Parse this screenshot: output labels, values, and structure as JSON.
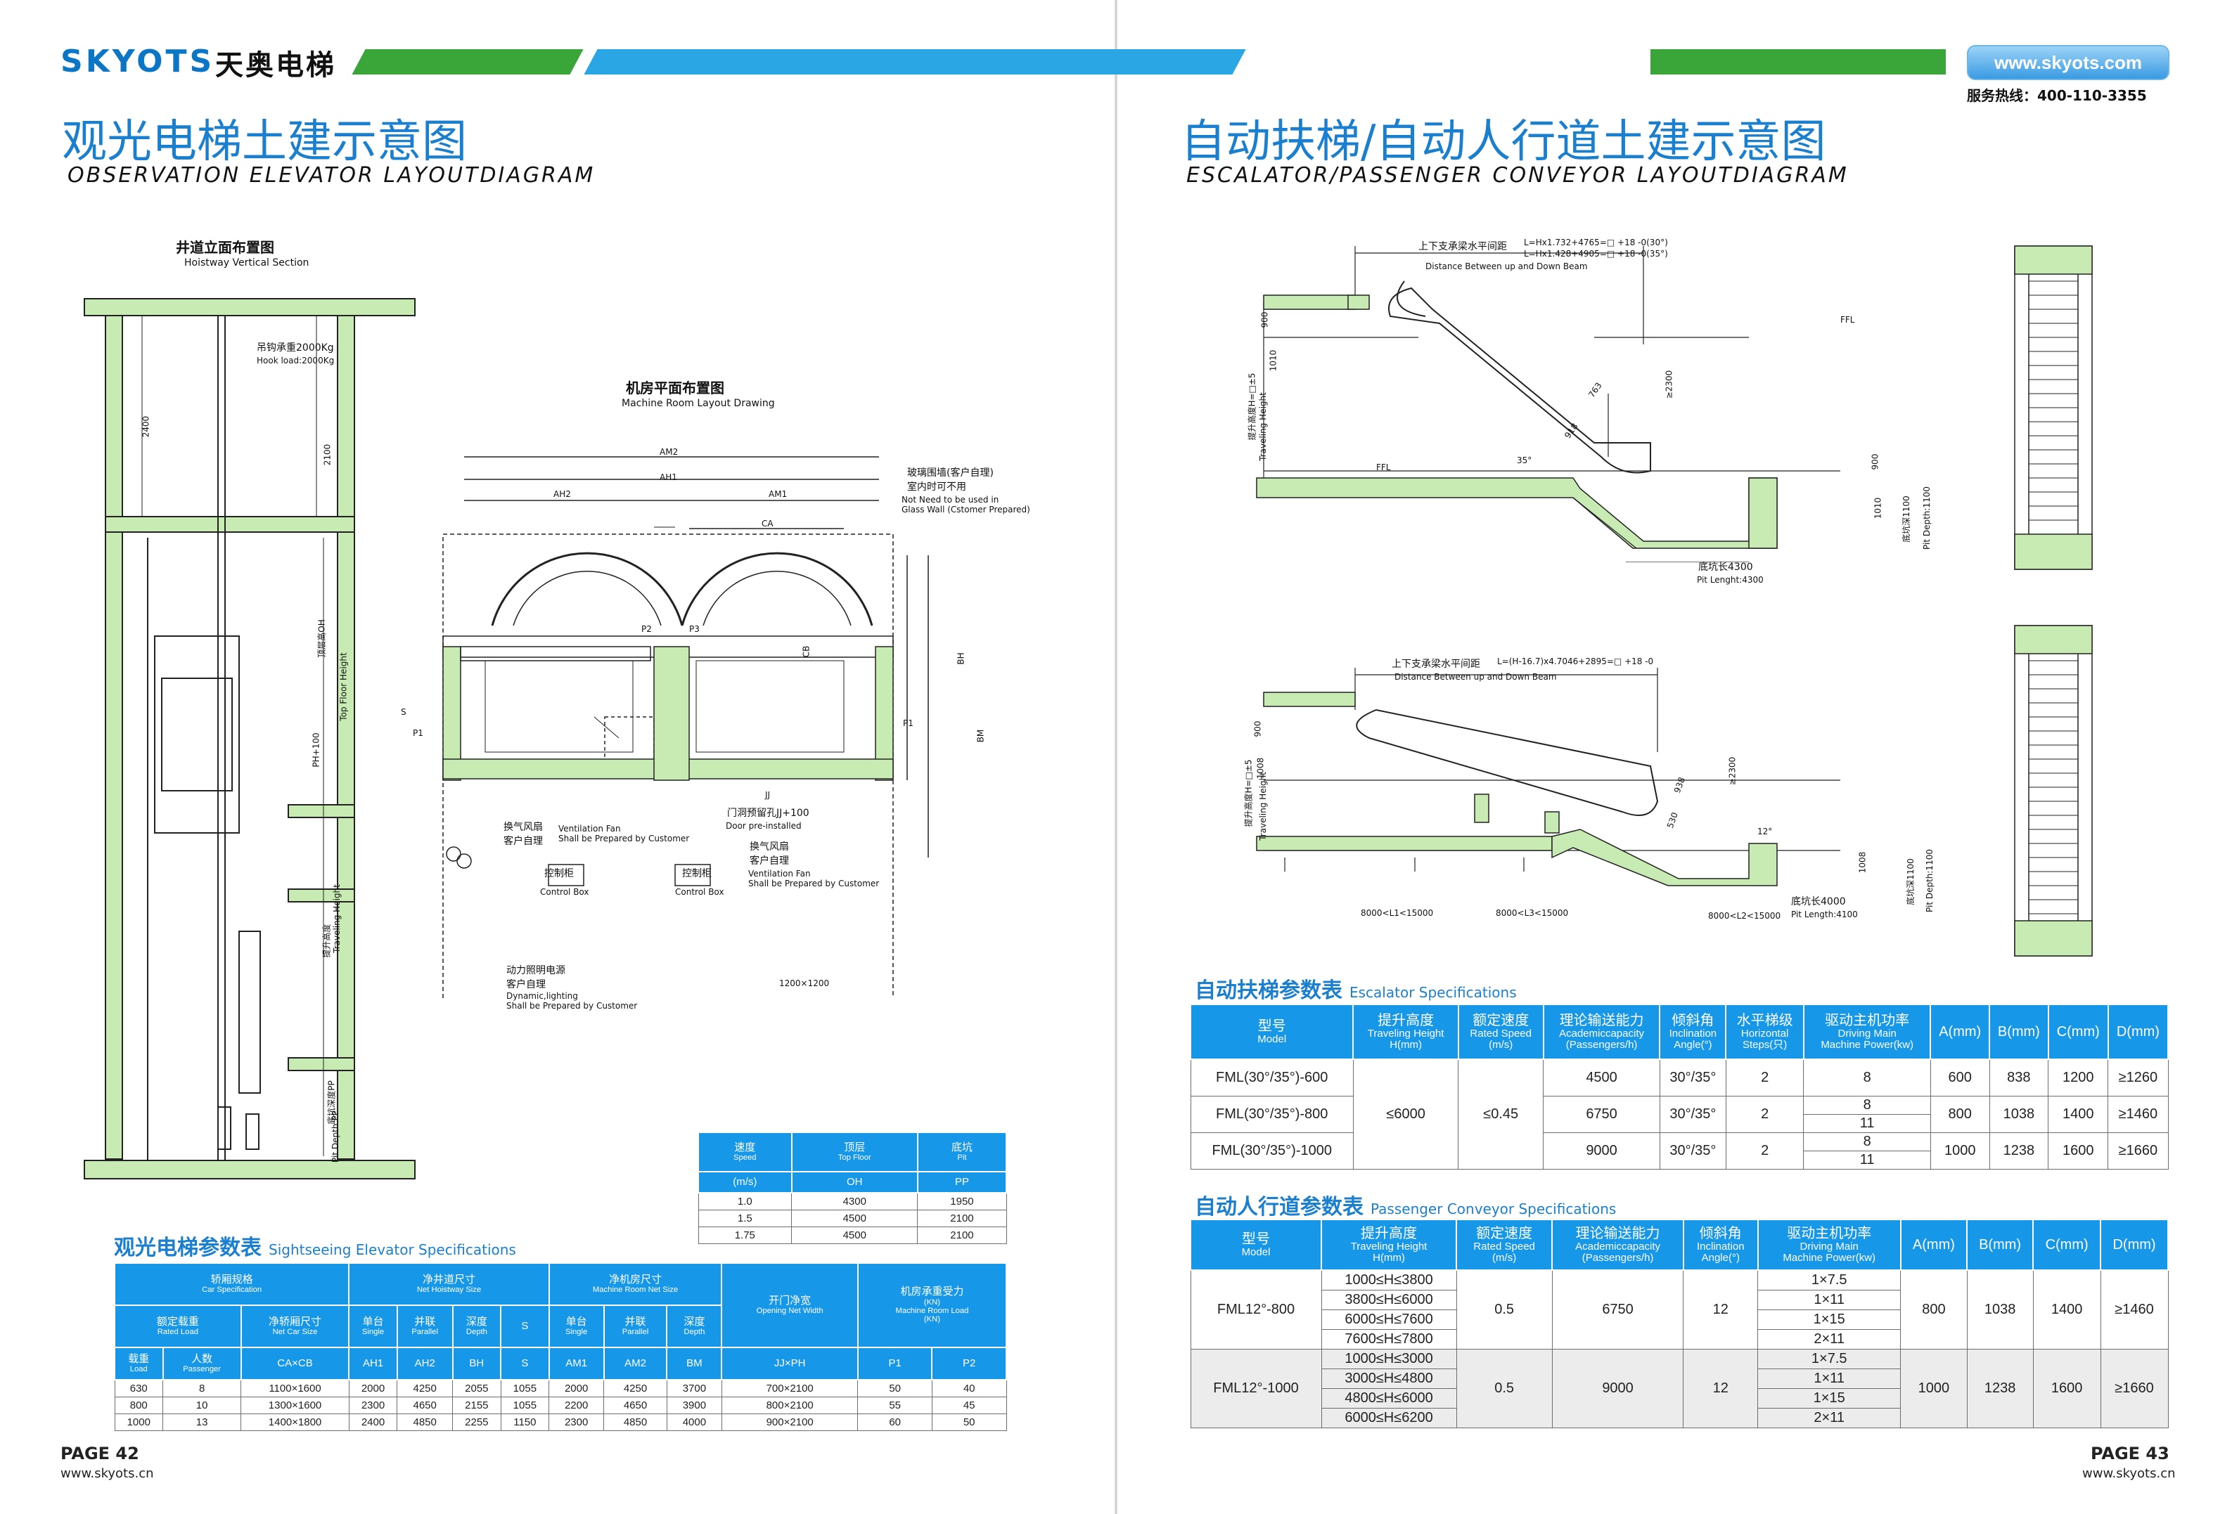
{
  "header": {
    "logo": "SKYOTS",
    "logo_cn": "天奥电梯",
    "website": "www.skyots.com",
    "hotline": "服务热线：400-110-3355"
  },
  "left": {
    "title_cn": "观光电梯土建示意图",
    "title_en": "OBSERVATION ELEVATOR LAYOUTDIAGRAM",
    "hoistway": {
      "title_cn": "井道立面布置图",
      "title_en": "Hoistway Vertical Section",
      "hook_cn": "吊钩承重2000Kg",
      "hook_en": "Hook load:2000Kg",
      "dim_2400": "2400",
      "dim_2100": "2100",
      "top_floor_cn": "顶层高OH",
      "top_floor_en": "Top Floor Height",
      "ph": "PH+100",
      "travel_cn": "提升高度",
      "travel_en": "Traveling Height",
      "pit_cn": "底坑深度PP",
      "pit_en": "Pit Depth:PP"
    },
    "machine_room": {
      "title_cn": "机房平面布置图",
      "title_en": "Machine Room Layout Drawing",
      "am2": "AM2",
      "ah1": "AH1",
      "ah2": "AH2",
      "am1": "AM1",
      "ca": "CA",
      "cb": "CB",
      "bh": "BH",
      "bm": "BM",
      "s": "S",
      "p1": "P1",
      "p1b": "P1",
      "p2": "P2",
      "p3": "P3",
      "jj": "JJ",
      "glass_cn1": "玻璃围墙(客户自理)",
      "glass_cn2": "室内时可不用",
      "glass_en1": "Not Need to be used in",
      "glass_en2": "Glass Wall (Cstomer Prepared)",
      "door_cn": "门洞预留孔JJ+100",
      "door_en": "Door pre-installed",
      "fan1_cn1": "换气风扇",
      "fan1_cn2": "客户自理",
      "fan1_en1": "Ventilation Fan",
      "fan1_en2": "Shall be Prepared by Customer",
      "fan2_cn1": "换气风扇",
      "fan2_cn2": "客户自理",
      "fan2_en1": "Ventilation Fan",
      "fan2_en2": "Shall be Prepared by Customer",
      "ctrl_cn": "控制柜",
      "ctrl_en": "Control Box",
      "ctrl2_cn": "控制柜",
      "ctrl2_en": "Control Box",
      "power_cn1": "动力照明电源",
      "power_cn2": "客户自理",
      "power_en1": "Dynamic,lighting",
      "power_en2": "Shall be Prepared by Customer",
      "hole": "1200×1200"
    },
    "speed_table": {
      "headers": [
        {
          "cn": "速度",
          "en": "Speed"
        },
        {
          "cn": "顶层",
          "en": "Top Floor"
        },
        {
          "cn": "底坑",
          "en": "Pit"
        }
      ],
      "units": [
        "(m/s)",
        "OH",
        "PP"
      ],
      "rows": [
        [
          "1.0",
          "4300",
          "1950"
        ],
        [
          "1.5",
          "4500",
          "2100"
        ],
        [
          "1.75",
          "4500",
          "2100"
        ]
      ]
    },
    "spec_title_cn": "观光电梯参数表",
    "spec_title_en": "Sightseeing Elevator Specifications",
    "spec_table": {
      "h_load_cn": "额定载重",
      "h_load_en": "Rated Load",
      "h_car_cn": "轿厢规格",
      "h_car_en": "Car Specification",
      "h_net_car_cn": "净轿厢尺寸",
      "h_net_car_en": "Net Car Size",
      "h_hoist_cn": "净井道尺寸",
      "h_hoist_en": "Net Hoistway Size",
      "h_mr_cn": "净机房尺寸",
      "h_mr_en": "Machine Room Net Size",
      "h_door_cn": "开门净宽",
      "h_door_en": "Opening Net Width",
      "h_load2_cn": "机房承重受力",
      "h_load2_unit": "(KN)",
      "h_load2_en": "Machine Room Load",
      "h_load2_unit2": "(KN)",
      "single_cn": "单台",
      "single_en": "Single",
      "parallel_cn": "并联",
      "parallel_en": "Parallel",
      "depth_cn": "深度",
      "depth_en": "Depth",
      "single2_cn": "单台",
      "single2_en": "Single",
      "parallel2_cn": "并联",
      "parallel2_en": "Parallel",
      "depth2_cn": "深度",
      "depth2_en": "Depth",
      "load_cn": "载重",
      "load_en": "Load",
      "pass_cn": "人数",
      "pass_en": "Passenger",
      "codes": [
        "CA×CB",
        "AH1",
        "AH2",
        "BH",
        "S",
        "AM1",
        "AM2",
        "BM",
        "JJ×PH",
        "P1",
        "P2"
      ],
      "rows": [
        [
          "630",
          "8",
          "1100×1600",
          "2000",
          "4250",
          "2055",
          "1055",
          "2000",
          "4250",
          "3700",
          "700×2100",
          "50",
          "40"
        ],
        [
          "800",
          "10",
          "1300×1600",
          "2300",
          "4650",
          "2155",
          "1055",
          "2200",
          "4650",
          "3900",
          "800×2100",
          "55",
          "45"
        ],
        [
          "1000",
          "13",
          "1400×1800",
          "2400",
          "4850",
          "2255",
          "1150",
          "2300",
          "4850",
          "4000",
          "900×2100",
          "60",
          "50"
        ]
      ]
    },
    "page_num": "PAGE 42",
    "page_url": "www.skyots.cn"
  },
  "right": {
    "title_cn": "自动扶梯/自动人行道土建示意图",
    "title_en": "ESCALATOR/PASSENGER CONVEYOR LAYOUTDIAGRAM",
    "esc_drawing": {
      "formula_cn": "上下支承梁水平间距",
      "formula1": "L=Hx1.732+4765=□ +18 -0(30°)",
      "formula2": "L=Hx1.428+4905=□ +18 -0(35°)",
      "formula_en": "Distance Between up and Down Beam",
      "ffl1": "FFL",
      "ffl2": "FFL",
      "angle": "35°",
      "d900a": "900",
      "d1010a": "1010",
      "d900b": "900",
      "d1010b": "1010",
      "d763": "763",
      "d918": "918",
      "d2300": "≥2300",
      "travel": "提升高度H=□±5",
      "travel_en": "Traveling Height",
      "pit_cn": "底坑长4300",
      "pit_en": "Pit Lenght:4300",
      "depth_cn": "底坑深1100",
      "depth_en": "Pit Depth:1100"
    },
    "conv_drawing": {
      "formula_cn": "上下支承梁水平间距",
      "formula": "L=(H-16.7)x4.7046+2895=□ +18 -0",
      "formula_en": "Distance Between up and Down Beam",
      "d900": "900",
      "d1008a": "1008",
      "d1008b": "1008",
      "d938": "938",
      "d530": "530",
      "d2300": "≥2300",
      "angle": "12°",
      "travel": "提升高度H=□±5",
      "travel_en": "Traveling Height",
      "l1": "8000<L1<15000",
      "l3": "8000<L3<15000",
      "l2": "8000<L2<15000",
      "pit_cn": "底坑长4000",
      "pit_en": "Pit Length:4100",
      "depth_cn": "底坑深1100",
      "depth_en": "Pit Depth:1100"
    },
    "esc_title_cn": "自动扶梯参数表",
    "esc_title_en": "Escalator Specifications",
    "esc_table": {
      "headers": [
        {
          "cn": "型号",
          "en": "Model"
        },
        {
          "cn": "提升高度",
          "en": "Traveling Height",
          "en2": "H(mm)"
        },
        {
          "cn": "额定速度",
          "en": "Rated Speed",
          "en2": "(m/s)"
        },
        {
          "cn": "理论输送能力",
          "en": "Academiccapacity",
          "en2": "(Passengers/h)"
        },
        {
          "cn": "倾斜角",
          "en": "Inclination",
          "en2": "Angle(°)"
        },
        {
          "cn": "水平梯级",
          "en": "Horizontal",
          "en2": "Steps(只)"
        },
        {
          "cn": "驱动主机功率",
          "en": "Driving Main",
          "en2": "Machine Power(kw)"
        },
        {
          "cn": "A(mm)"
        },
        {
          "cn": "B(mm)"
        },
        {
          "cn": "C(mm)"
        },
        {
          "cn": "D(mm)"
        }
      ],
      "height": "≤6000",
      "speed": "≤0.45",
      "rows": [
        {
          "model": "FML(30°/35°)-600",
          "cap": "4500",
          "angle": "30°/35°",
          "steps": "2",
          "power": [
            "8"
          ],
          "a": "600",
          "b": "838",
          "c": "1200",
          "d": "≥1260"
        },
        {
          "model": "FML(30°/35°)-800",
          "cap": "6750",
          "angle": "30°/35°",
          "steps": "2",
          "power": [
            "8",
            "11"
          ],
          "a": "800",
          "b": "1038",
          "c": "1400",
          "d": "≥1460"
        },
        {
          "model": "FML(30°/35°)-1000",
          "cap": "9000",
          "angle": "30°/35°",
          "steps": "2",
          "power": [
            "8",
            "11"
          ],
          "a": "1000",
          "b": "1238",
          "c": "1600",
          "d": "≥1660"
        }
      ]
    },
    "conv_title_cn": "自动人行道参数表",
    "conv_title_en": "Passenger Conveyor Specifications",
    "conv_table": {
      "headers": [
        {
          "cn": "型号",
          "en": "Model"
        },
        {
          "cn": "提升高度",
          "en": "Traveling Height",
          "en2": "H(mm)"
        },
        {
          "cn": "额定速度",
          "en": "Rated Speed",
          "en2": "(m/s)"
        },
        {
          "cn": "理论输送能力",
          "en": "Academiccapacity",
          "en2": "(Passengers/h)"
        },
        {
          "cn": "倾斜角",
          "en": "Inclination",
          "en2": "Angle(°)"
        },
        {
          "cn": "驱动主机功率",
          "en": "Driving Main",
          "en2": "Machine Power(kw)"
        },
        {
          "cn": "A(mm)"
        },
        {
          "cn": "B(mm)"
        },
        {
          "cn": "C(mm)"
        },
        {
          "cn": "D(mm)"
        }
      ],
      "groups": [
        {
          "model": "FML12°-800",
          "speed": "0.5",
          "cap": "6750",
          "angle": "12",
          "heights": [
            "1000≤H≤3800",
            "3800≤H≤6000",
            "6000≤H≤7600",
            "7600≤H≤7800"
          ],
          "powers": [
            "1×7.5",
            "1×11",
            "1×15",
            "2×11"
          ],
          "a": "800",
          "b": "1038",
          "c": "1400",
          "d": "≥1460"
        },
        {
          "model": "FML12°-1000",
          "speed": "0.5",
          "cap": "9000",
          "angle": "12",
          "heights": [
            "1000≤H≤3000",
            "3000≤H≤4800",
            "4800≤H≤6000",
            "6000≤H≤6200"
          ],
          "powers": [
            "1×7.5",
            "1×11",
            "1×15",
            "2×11"
          ],
          "a": "1000",
          "b": "1238",
          "c": "1600",
          "d": "≥1660"
        }
      ]
    },
    "page_num": "PAGE 43",
    "page_url": "www.skyots.cn"
  },
  "colors": {
    "blue": "#1b7fcf",
    "table_header": "#1797e8",
    "green_bar": "#3aa63a",
    "light_blue_bar": "#2aa6e4",
    "drawing_green": "#c7ebb2"
  }
}
